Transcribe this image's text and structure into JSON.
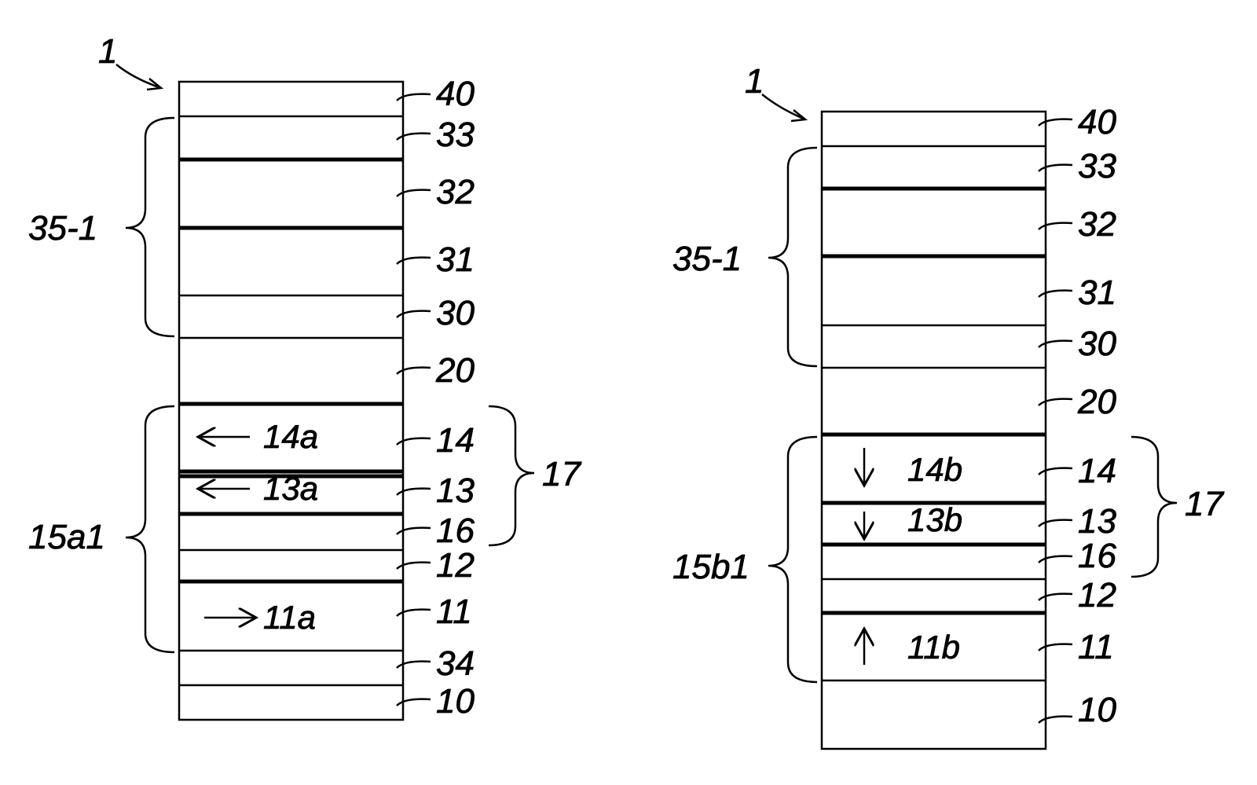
{
  "figure_left": {
    "ref_label": "1",
    "layers": [
      "40",
      "33",
      "32",
      "31",
      "30",
      "20",
      "14",
      "13",
      "16",
      "12",
      "11",
      "34",
      "10"
    ],
    "group_labels": {
      "upper": "35-1",
      "lower": "15a1",
      "right": "17"
    },
    "arrow_labels": {
      "a14": "14a",
      "a13": "13a",
      "a11": "11a"
    }
  },
  "figure_right": {
    "ref_label": "1",
    "layers": [
      "40",
      "33",
      "32",
      "31",
      "30",
      "20",
      "14",
      "13",
      "16",
      "12",
      "11",
      "10"
    ],
    "group_labels": {
      "upper": "35-1",
      "lower": "15b1",
      "right": "17"
    },
    "arrow_labels": {
      "b14": "14b",
      "b13": "13b",
      "b11": "11b"
    }
  }
}
